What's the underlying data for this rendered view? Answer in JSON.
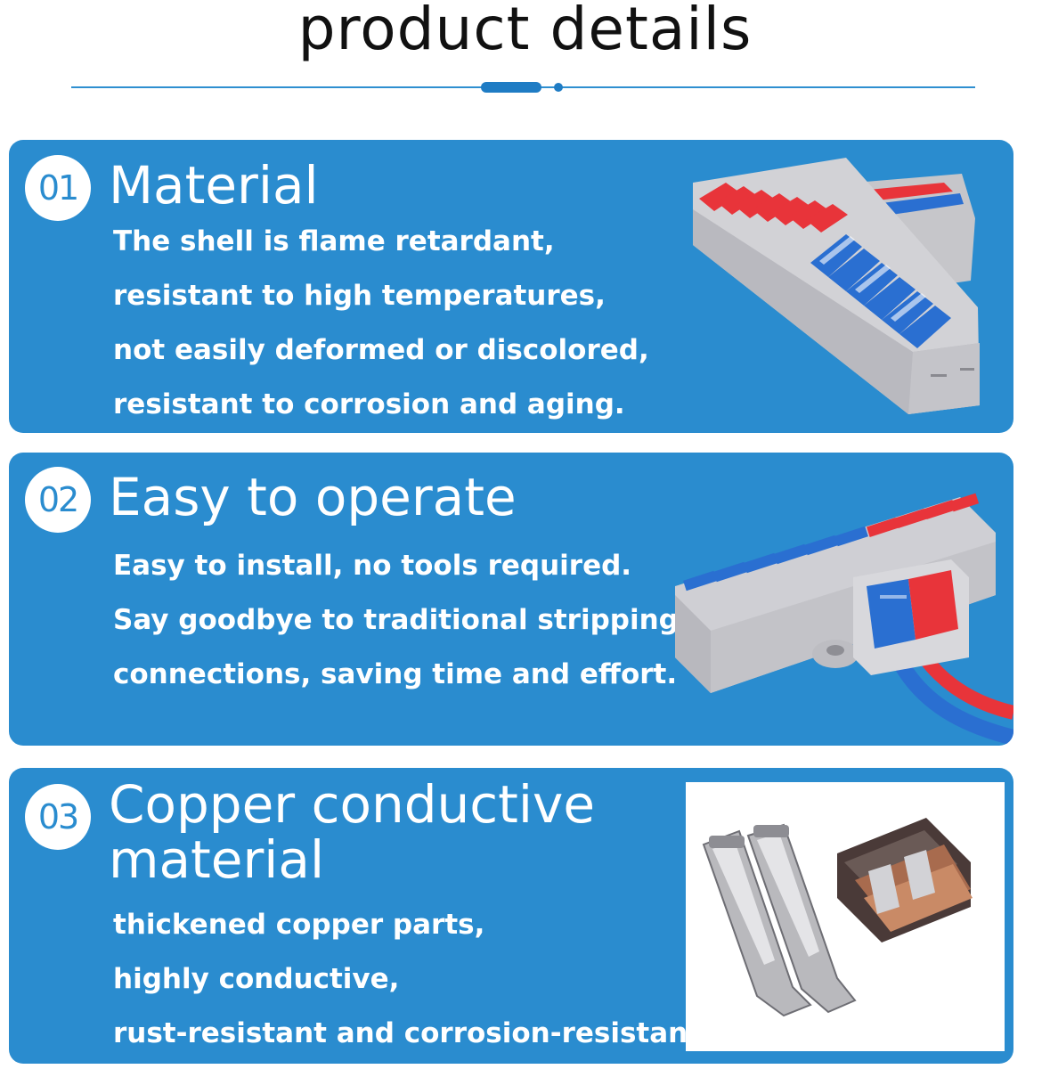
{
  "header": {
    "title": "product details"
  },
  "features": [
    {
      "number": "01",
      "title": "Material",
      "lines": [
        "The shell is flame retardant,",
        "resistant to high temperatures,",
        "not easily deformed or discolored,",
        "resistant to corrosion and aging."
      ]
    },
    {
      "number": "02",
      "title": "Easy to operate",
      "lines": [
        "Easy to install, no tools required.",
        "Say goodbye to traditional stripping",
        "connections, saving time and effort."
      ]
    },
    {
      "number": "03",
      "title": "Copper conductive",
      "title2": "material",
      "lines": [
        "thickened copper parts,",
        "highly conductive,",
        "rust-resistant and corrosion-resistant."
      ]
    }
  ],
  "colors": {
    "card_blue": "#2a8ccf",
    "lever_red": "#e8343a",
    "lever_blue": "#2a6fd1",
    "shell_grey": "#c8c8cc"
  }
}
